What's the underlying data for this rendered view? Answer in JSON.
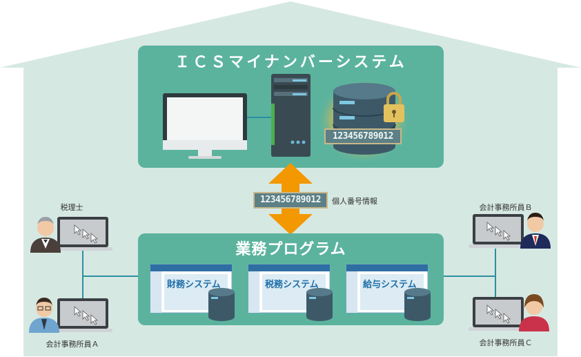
{
  "top_panel": {
    "title": "ＩＣＳマイナンバーシステム"
  },
  "top_number_tag": "123456789012",
  "exchange": {
    "number_tag": "123456789012",
    "label": "個人番号情報"
  },
  "bottom_panel": {
    "title": "業務プログラム",
    "apps": [
      {
        "label": "財務システム"
      },
      {
        "label": "税務システム"
      },
      {
        "label": "給与システム"
      }
    ]
  },
  "people": {
    "tax_accountant": "税理士",
    "staff_a": "会計事務所員Ａ",
    "staff_b": "会計事務所員Ｂ",
    "staff_c": "会計事務所員Ｃ"
  },
  "colors": {
    "house": "#d6e8e2",
    "panel": "#5bb39e",
    "line": "#2b8fa0",
    "arrow": "#f39800",
    "brand_blue": "#1f6fa8"
  },
  "icons": [
    "desktop-monitor-icon",
    "server-tower-icon",
    "database-icon",
    "padlock-icon",
    "laptop-icon",
    "person-icon"
  ]
}
